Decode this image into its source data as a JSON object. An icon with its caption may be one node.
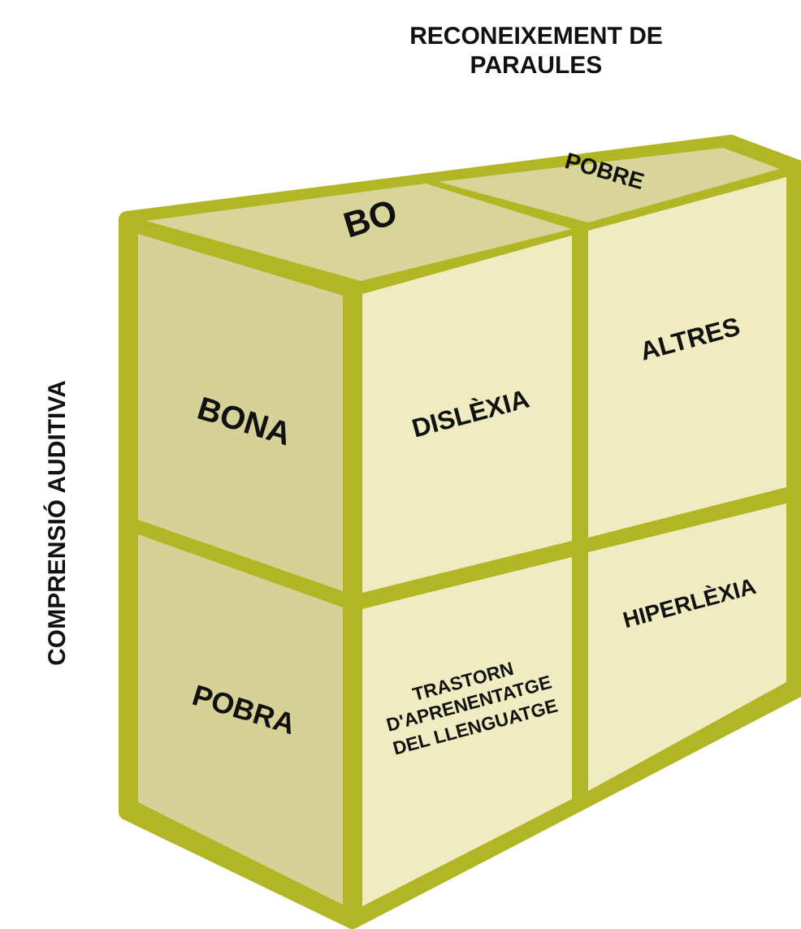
{
  "diagram": {
    "nodes": [
      {
        "text": [
          "BO"
        ]
      },
      {
        "text": [
          "POBRE"
        ]
      },
      {
        "text": [
          "BONA"
        ]
      },
      {
        "text": [
          "DISLÈXIA"
        ]
      },
      {
        "text": [
          "ALTRES"
        ]
      },
      {
        "text": [
          "POBRA"
        ]
      },
      {
        "text": [
          "TRASTORN D'APRENENTATGE DEL LLENGUATGE"
        ]
      },
      {
        "text": [
          "HIPERLÈXIA"
        ]
      }
    ],
    "labels": [
      "RECONEIXEMENT DE PARAULES",
      "COMPRENSIÓ AUDITIVA"
    ]
  }
}
